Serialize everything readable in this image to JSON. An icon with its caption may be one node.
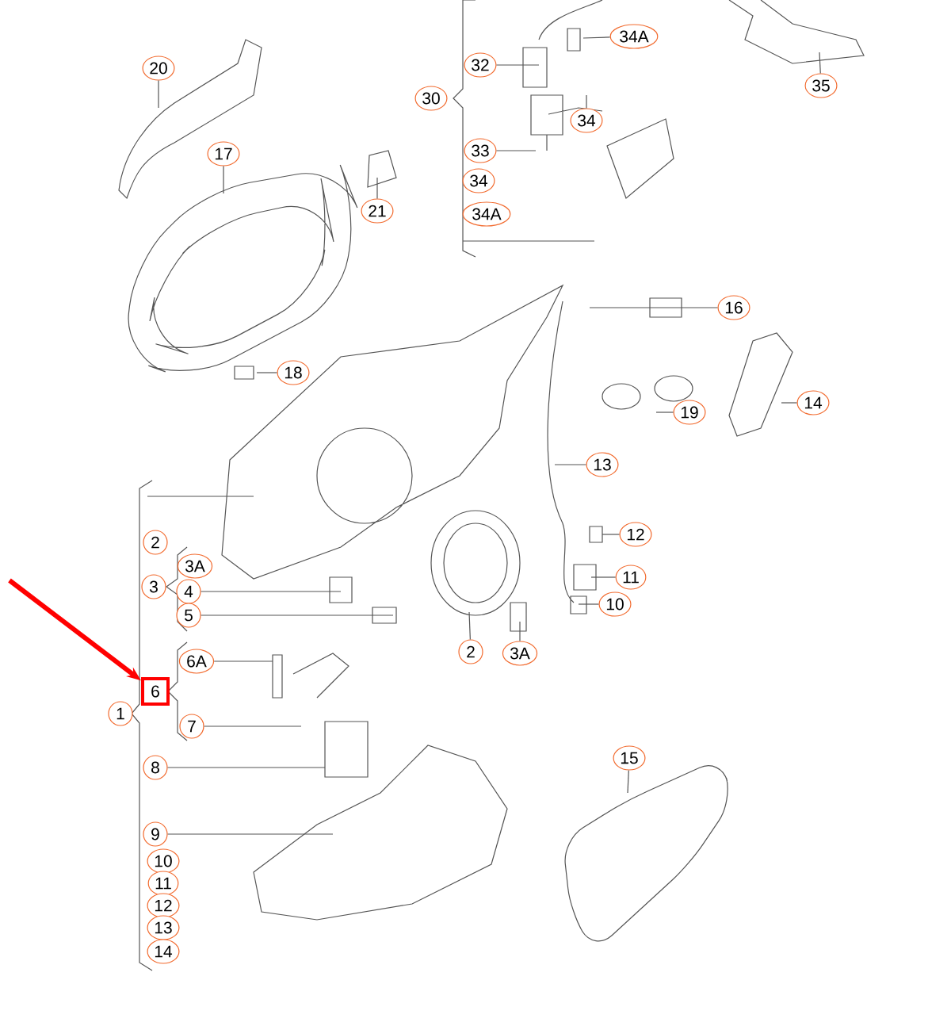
{
  "diagram": {
    "nodes": [
      {
        "text": [
          "20"
        ]
      },
      {
        "text": [
          "17"
        ]
      },
      {
        "text": [
          "21"
        ]
      },
      {
        "text": [
          "18"
        ]
      },
      {
        "text": [
          "30"
        ]
      },
      {
        "text": [
          "32"
        ]
      },
      {
        "text": [
          "34A"
        ]
      },
      {
        "text": [
          "34"
        ]
      },
      {
        "text": [
          "33"
        ]
      },
      {
        "text": [
          "34"
        ]
      },
      {
        "text": [
          "34A"
        ]
      },
      {
        "text": [
          "35"
        ]
      },
      {
        "text": [
          "16"
        ]
      },
      {
        "text": [
          "14"
        ]
      },
      {
        "text": [
          "19"
        ]
      },
      {
        "text": [
          "13"
        ]
      },
      {
        "text": [
          "12"
        ]
      },
      {
        "text": [
          "11"
        ]
      },
      {
        "text": [
          "10"
        ]
      },
      {
        "text": [
          "2"
        ]
      },
      {
        "text": [
          "3A"
        ]
      },
      {
        "text": [
          "2"
        ]
      },
      {
        "text": [
          "3A"
        ]
      },
      {
        "text": [
          "3"
        ]
      },
      {
        "text": [
          "4"
        ]
      },
      {
        "text": [
          "5"
        ]
      },
      {
        "text": [
          "6A"
        ]
      },
      {
        "text": [
          "6"
        ]
      },
      {
        "text": [
          "1"
        ]
      },
      {
        "text": [
          "7"
        ]
      },
      {
        "text": [
          "8"
        ]
      },
      {
        "text": [
          "9"
        ]
      },
      {
        "text": [
          "10"
        ]
      },
      {
        "text": [
          "11"
        ]
      },
      {
        "text": [
          "12"
        ]
      },
      {
        "text": [
          "13"
        ]
      },
      {
        "text": [
          "14"
        ]
      },
      {
        "text": [
          "15"
        ]
      }
    ],
    "edges": [
      {
        "from": 0,
        "to": null,
        "arrow": "none"
      },
      {
        "from": 1,
        "to": null,
        "arrow": "none"
      },
      {
        "from": 2,
        "to": null,
        "arrow": "none"
      },
      {
        "from": 3,
        "to": null,
        "arrow": "none"
      },
      {
        "from": 5,
        "to": null,
        "arrow": "none"
      },
      {
        "from": 6,
        "to": null,
        "arrow": "none"
      },
      {
        "from": 7,
        "to": null,
        "arrow": "none"
      },
      {
        "from": 8,
        "to": null,
        "arrow": "none"
      },
      {
        "from": 11,
        "to": null,
        "arrow": "none"
      },
      {
        "from": 12,
        "to": null,
        "arrow": "none"
      },
      {
        "from": 13,
        "to": null,
        "arrow": "none"
      },
      {
        "from": 14,
        "to": null,
        "arrow": "none"
      },
      {
        "from": 15,
        "to": null,
        "arrow": "none"
      },
      {
        "from": 16,
        "to": null,
        "arrow": "none"
      },
      {
        "from": 17,
        "to": null,
        "arrow": "none"
      },
      {
        "from": 18,
        "to": null,
        "arrow": "none"
      },
      {
        "from": 19,
        "to": null,
        "arrow": "none"
      },
      {
        "from": 20,
        "to": null,
        "arrow": "none"
      },
      {
        "from": 37,
        "to": null,
        "arrow": "none"
      },
      {
        "from": 24,
        "to": null,
        "arrow": "none"
      },
      {
        "from": 25,
        "to": null,
        "arrow": "none"
      },
      {
        "from": 26,
        "to": null,
        "arrow": "none"
      },
      {
        "from": 29,
        "to": null,
        "arrow": "none"
      },
      {
        "from": 30,
        "to": null,
        "arrow": "none"
      },
      {
        "from": 31,
        "to": null,
        "arrow": "none"
      },
      {
        "from": null,
        "to": 27,
        "arrow": "to",
        "style": "thick",
        "color": "#ff0000"
      }
    ]
  }
}
